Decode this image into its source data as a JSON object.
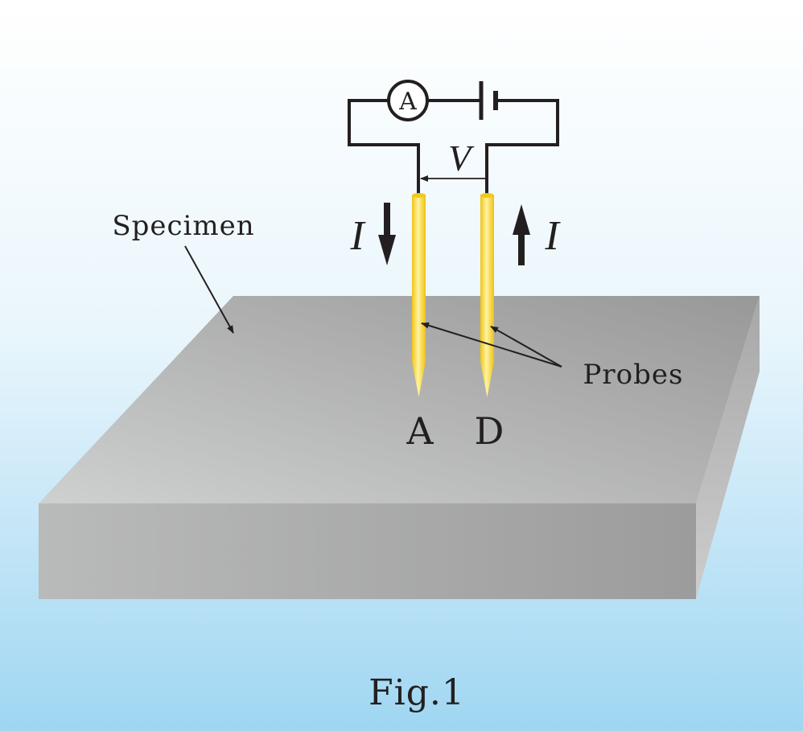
{
  "labels": {
    "specimen": "Specimen",
    "probes": "Probes",
    "probe_a": "A",
    "probe_d": "D",
    "ammeter": "A",
    "voltage": "V",
    "current_left": "I",
    "current_right": "I",
    "caption": "Fig.1"
  },
  "colors": {
    "background_top": "#ffffff",
    "background_bottom": "#9fd6f2",
    "specimen_light": "#cbcccc",
    "specimen_dark": "#9b9b9b",
    "probe_gold": "#f6d21c",
    "probe_highlight": "#fff6a8",
    "wire": "#231f20"
  }
}
